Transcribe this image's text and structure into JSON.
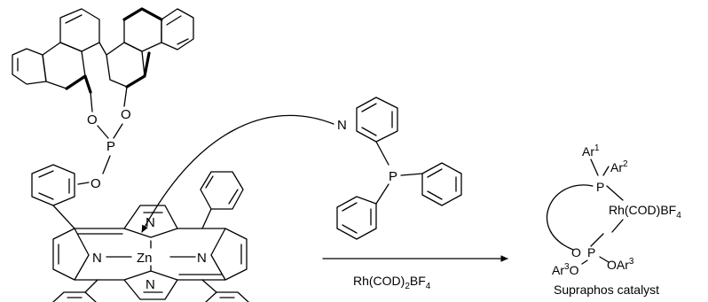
{
  "molecule_labels": {
    "oxygen": "O",
    "phosphorus": "P",
    "nitrogen": "N",
    "zinc": "Zn"
  },
  "reaction": {
    "reagent": "Rh(COD)",
    "reagent_sub": "2",
    "reagent_tail": "BF",
    "reagent_tail_sub": "4"
  },
  "product": {
    "ar": "Ar",
    "sup1": "1",
    "sup2": "2",
    "sup3": "3",
    "p": "P",
    "o": "O",
    "rh_complex": "Rh(COD)BF",
    "rh_sub": "4",
    "caption": "Supraphos catalyst"
  }
}
